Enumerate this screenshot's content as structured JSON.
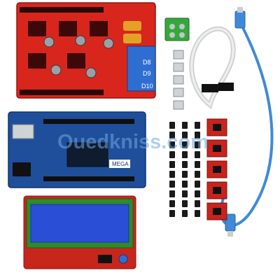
{
  "colors": {
    "background": "#ffffff",
    "ramps_red": "#d8261c",
    "ramps_dark": "#7a0f0b",
    "mega_blue": "#1f4f9a",
    "mega_dark": "#13356b",
    "lcd_screen": "#2a4fd6",
    "lcd_frame": "#2f8a2b",
    "lcd_pcb": "#c7261c",
    "driver_red": "#c8231c",
    "terminal_green": "#35a83a",
    "usb_cable": "#3f8ad8",
    "ribbon": "#d9d9d9",
    "jumper": "#1a1a1a",
    "heatsink": "#cfd3d6",
    "watermark": "#6fa8e0"
  },
  "ramps_board": {
    "silkscreen_d10": "D10",
    "silkscreen_d9": "D9",
    "silkscreen_d8": "D8"
  },
  "mega_board": {
    "label": "MEGA"
  },
  "watermark": {
    "text": "Ouedkniss.com"
  },
  "counts": {
    "jumpers": 30,
    "heatsinks": 5,
    "drivers": 5
  }
}
